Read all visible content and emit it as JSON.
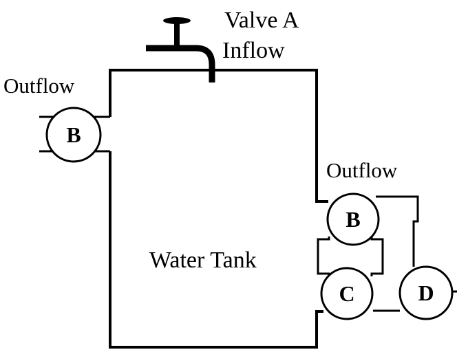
{
  "labels": {
    "valve_a": "Valve A",
    "inflow": "Inflow",
    "outflow_left": "Outflow",
    "outflow_right": "Outflow",
    "water_tank": "Water Tank"
  },
  "valves": {
    "left_b": "B",
    "right_b": "B",
    "c": "C",
    "d": "D"
  },
  "colors": {
    "line": "#000000",
    "background": "#ffffff"
  }
}
